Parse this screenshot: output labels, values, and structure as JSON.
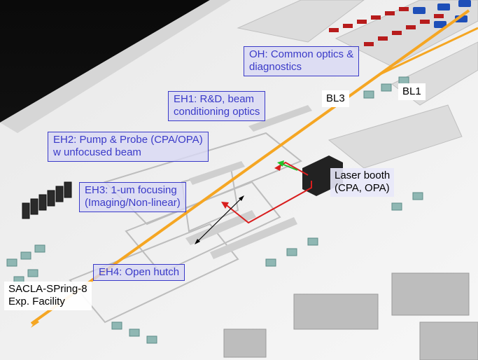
{
  "labels": {
    "oh": [
      "OH: Common optics &",
      "diagnostics"
    ],
    "eh1": [
      "EH1: R&D, beam",
      "conditioning optics"
    ],
    "eh2": [
      "EH2: Pump & Probe (CPA/OPA)",
      "w unfocused beam"
    ],
    "eh3": [
      "EH3: 1-um focusing",
      "(Imaging/Non-linear)"
    ],
    "eh4": [
      "EH4: Open hutch"
    ],
    "bl3": "BL3",
    "bl1": "BL1",
    "laser": [
      "Laser booth",
      "(CPA, OPA)"
    ],
    "sacla": [
      "SACLA-SPring-8",
      "Exp. Facility"
    ]
  },
  "colors": {
    "hutch_text": "#3a3ac8",
    "hutch_bg": "#d8d8f4",
    "beamline": "#f5a623",
    "laser_path_red": "#d81e1e",
    "laser_path_green": "#22c02a"
  }
}
